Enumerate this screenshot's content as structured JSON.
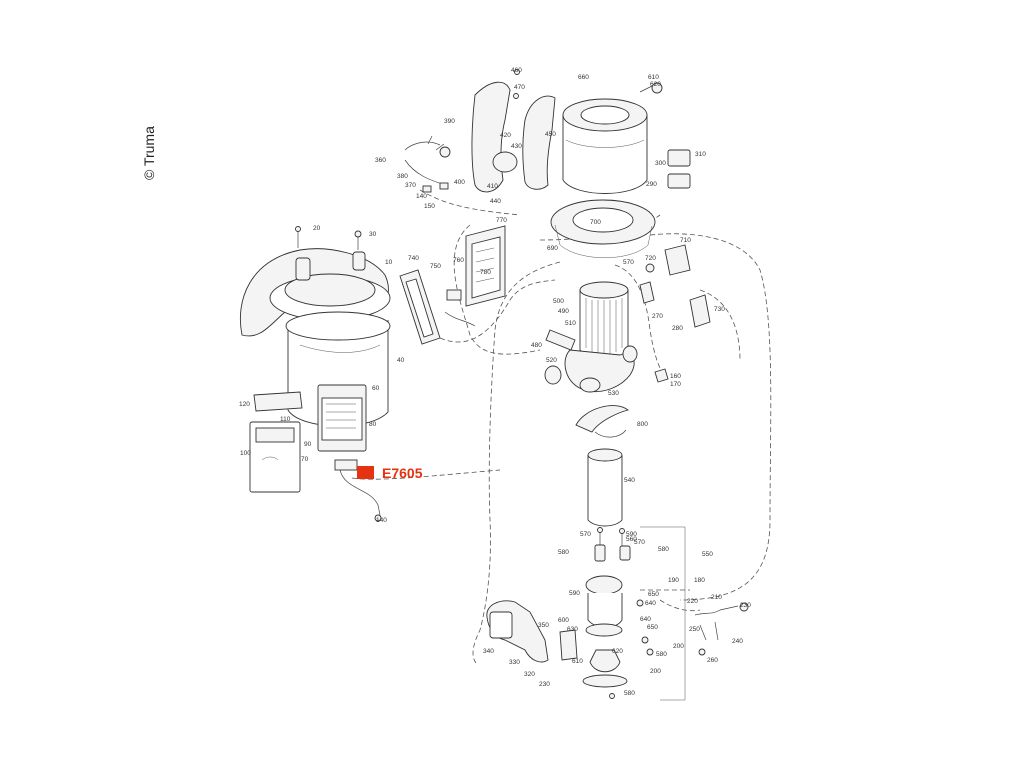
{
  "copyright": "© Truma",
  "highlight": {
    "code": "E7605",
    "color": "#e53312"
  },
  "labels": [
    "460",
    "470",
    "390",
    "420",
    "430",
    "410",
    "450",
    "440",
    "380",
    "370",
    "360",
    "140",
    "150",
    "400",
    "660",
    "610",
    "620",
    "310",
    "300",
    "290",
    "770",
    "780",
    "760",
    "750",
    "740",
    "700",
    "690",
    "710",
    "720",
    "570",
    "20",
    "30",
    "10",
    "40",
    "500",
    "490",
    "510",
    "480",
    "520",
    "530",
    "270",
    "280",
    "730",
    "160",
    "170",
    "120",
    "110",
    "60",
    "80",
    "90",
    "70",
    "100",
    "140",
    "800",
    "540",
    "570",
    "590",
    "560",
    "570",
    "580",
    "580",
    "550",
    "190",
    "180",
    "590",
    "650",
    "640",
    "600",
    "630",
    "640",
    "650",
    "210",
    "230",
    "220",
    "250",
    "240",
    "260",
    "200",
    "200",
    "580",
    "350",
    "340",
    "330",
    "320",
    "230",
    "610",
    "620",
    "580"
  ]
}
